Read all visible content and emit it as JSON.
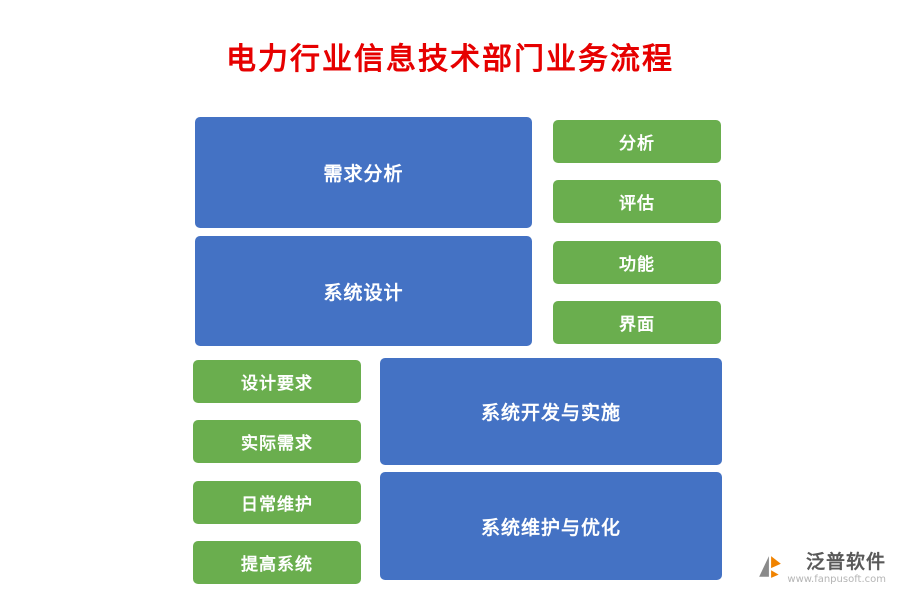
{
  "title": "电力行业信息技术部门业务流程",
  "colors": {
    "title_red": "#e60000",
    "block_blue": "#4472c4",
    "block_green": "#6aae4e",
    "block_text": "#ffffff",
    "logo_orange": "#f08300",
    "logo_gray": "#8a8a8a"
  },
  "blocks": {
    "top_left": [
      {
        "label": "需求分析"
      },
      {
        "label": "系统设计"
      }
    ],
    "top_right": [
      {
        "label": "分析"
      },
      {
        "label": "评估"
      },
      {
        "label": "功能"
      },
      {
        "label": "界面"
      }
    ],
    "bottom_left": [
      {
        "label": "设计要求"
      },
      {
        "label": "实际需求"
      },
      {
        "label": "日常维护"
      },
      {
        "label": "提高系统"
      }
    ],
    "bottom_right": [
      {
        "label": "系统开发与实施"
      },
      {
        "label": "系统维护与优化"
      }
    ]
  },
  "logo": {
    "name": "泛普软件",
    "url": "www.fanpusoft.com"
  }
}
